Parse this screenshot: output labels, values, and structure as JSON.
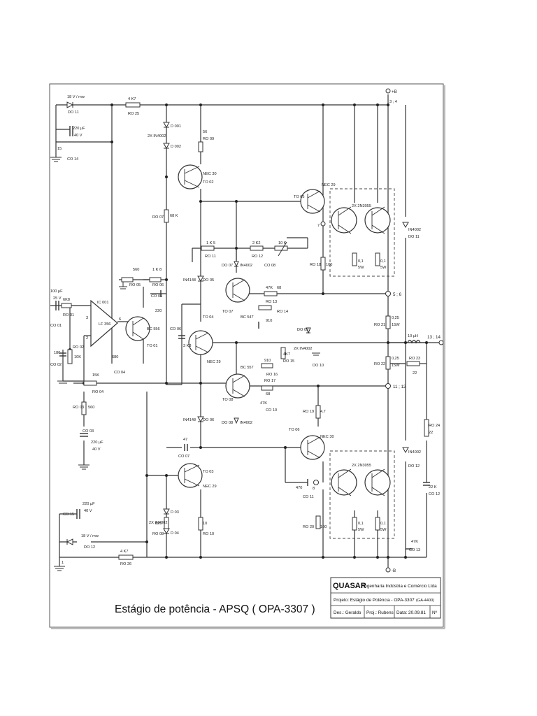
{
  "title": "Estágio de potência - APSQ  ( OPA-3307 )",
  "title_block": {
    "company_name": "QUASAR",
    "company_rest": "Engenharia Indústria e Comércio Ltda",
    "project": "Projeto:   Estágio de Potência - OPA-3307",
    "project_code": "(GA-4400)",
    "designer": "Des.: Geraldo",
    "project_by": "Proj.: Rubens",
    "date": "Data: 20.09.81",
    "number": "Nº"
  },
  "labels": {
    "plus_b": "+B",
    "minus_b": "-B",
    "node_34": "3 ; 4",
    "node_56": "5 ; 6",
    "node_1112": "11 ; 12",
    "node_1314": "13 ; 14",
    "node_15": "15",
    "node_1": "1",
    "node_2": "2",
    "node_3": "3",
    "node_6": "6",
    "node_7": "7",
    "node_8": "8",
    "do11_top": "18 V / mw",
    "do11_name": "DO 11",
    "do12_bot": "18 V / mw",
    "do12_name": "DO 12",
    "ro25_val": "4 K7",
    "ro25_name": "RO 25",
    "ro26_val": "4 K7",
    "ro26_name": "RO 26",
    "co14_val": "220 µF",
    "co14_v": "40 V",
    "co14_name": "CO 14",
    "co15_val": "220 µF",
    "co15_v": "40 V",
    "co15_name": "CO 15",
    "d001": "D 001",
    "d002": "D 002",
    "d00_pair": "2X IN4002",
    "d03": "D 03",
    "d04": "D 04",
    "d03_pair": "2X IN4002",
    "ro09_val": "56",
    "ro09_name": "RO 09",
    "to02_type": "NEC 30",
    "to02_name": "TO 02",
    "ro07_name": "RO 07",
    "ro07_val": "68 K",
    "ro08_val": "820",
    "ro08_name": "RO 08",
    "ro10_val": "10",
    "ro10_name": "RO 10",
    "to03_name": "TO 03",
    "to03_type": "NEC 29",
    "co07_val": "47",
    "co07_name": "CO 07",
    "ro05_val": "560",
    "ro05_name": "RO 05",
    "ro06_val": "1 K 8",
    "ro06_name": "RO 06",
    "co05_name": "CO 05",
    "co05_val": "220",
    "ro11_val": "1 K 5",
    "ro11_name": "RO 11",
    "ro12_val": "2 K2",
    "ro12_name": "RO 12",
    "pot_val": "10 K",
    "do05_type": "IN4148",
    "do05_name": "DO 05",
    "do06_type": "IN4148",
    "do06_name": "DO 06",
    "do07_name": "DO 07",
    "do07_type": "IN4002",
    "do08_name": "DO 08",
    "do08_type": "IN4002",
    "co08_name": "CO 08",
    "ro13_val": "47K",
    "ro13_v2": "68",
    "ro13_name": "RO 13",
    "ro14_name": "RO 14",
    "ro14_val": "910",
    "do09_name": "DO 09",
    "ro15_val": "4K7",
    "ro15_name": "RO 15",
    "do10_pair": "2X IN4002",
    "do10_name": "DO 10",
    "ro16_val": "910",
    "ro16_name": "RO 16",
    "ro17_name": "RO 17",
    "ro17_val": "68",
    "co10_val": "47K",
    "co10_name": "CO 10",
    "to07_name": "TO 07",
    "to07_type": "BC 547",
    "to08_name": "TO 08",
    "to08_type": "BC 557",
    "to04_name": "TO 04",
    "to04_type": "NEC 29",
    "co06_name": "CO 06",
    "co06_val": "3 K3",
    "to01_type": "BC 556",
    "to01_name": "TO 01",
    "ic001": "IC 001",
    "lf356": "LF 356",
    "co01_val": "100 µF",
    "co01_v": "25 V",
    "co01_name": "CO 01",
    "ro01_val": "6K8",
    "ro01_name": "RO 01",
    "co02_val": "180",
    "co02_name": "CO 02",
    "ro02_name": "RO 02",
    "ro02_val": "10K",
    "co04_name": "CO 04",
    "co04_val": "680",
    "ro04_val": "15K",
    "ro04_name": "RO 04",
    "ro03_name": "RO 03",
    "ro03_val": "560",
    "co03_name": "CO 03",
    "co03_val": "220 µF",
    "co03_v": "40 V",
    "to05_name": "TO 05",
    "to05_type": "NEC 29",
    "to06_name": "TO 06",
    "to06_type": "NEC 30",
    "out_top": "2X 2N3055",
    "out_bot": "2X 2N3055",
    "ro18_name": "RO 18",
    "ro18_val": "100",
    "ro19_name": "RO 19",
    "ro19_val": "4,7",
    "ro20_name": "RO 20",
    "ro20_val": "100",
    "r01_a": "0,1",
    "r01_b": "5W",
    "do11b_type": "IN4002",
    "do11b_name": "DO 11",
    "do12b_type": "IN4002",
    "do12b_name": "DO 12",
    "ro21_name": "RO 21",
    "ro21_val": "0,25",
    "ro21_w": "15W",
    "ro22_name": "RO 22",
    "ro22_val": "0,25",
    "ro22_w": "15W",
    "l_val": "10 µH",
    "ro23_name": "RO 23",
    "ro23_val": "22",
    "ro24_name": "RO 24",
    "ro24_val": "22",
    "co12_val": "22 K",
    "co12_name": "CO 12",
    "co13_val": "47K",
    "co13_name": "CO 13",
    "co11_val": "470",
    "co11_name": "CO 11"
  }
}
